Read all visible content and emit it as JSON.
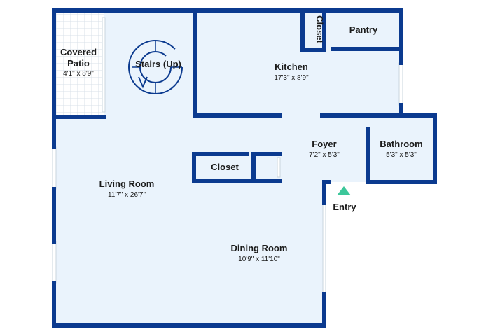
{
  "colors": {
    "wall": "#0b3a8f",
    "floor": "#eaf3fc",
    "patio_floor": "#ffffff",
    "patio_tile": "#d6dfe8",
    "entry_marker": "#3cc79a"
  },
  "rooms": {
    "covered_patio": {
      "name_line1": "Covered",
      "name_line2": "Patio",
      "dims": "4'1\" x 8'9\""
    },
    "stairs": {
      "name": "Stairs (Up)"
    },
    "kitchen": {
      "name": "Kitchen",
      "dims": "17'3\" x 8'9\""
    },
    "closet_top": {
      "name": "Closet"
    },
    "pantry": {
      "name": "Pantry"
    },
    "foyer": {
      "name": "Foyer",
      "dims": "7'2\" x 5'3\""
    },
    "bathroom": {
      "name": "Bathroom",
      "dims": "5'3\" x 5'3\""
    },
    "closet_mid": {
      "name": "Closet"
    },
    "living_room": {
      "name": "Living Room",
      "dims": "11'7\" x 26'7\""
    },
    "dining_room": {
      "name": "Dining Room",
      "dims": "10'9\" x 11'10\""
    },
    "entry": {
      "name": "Entry"
    }
  }
}
